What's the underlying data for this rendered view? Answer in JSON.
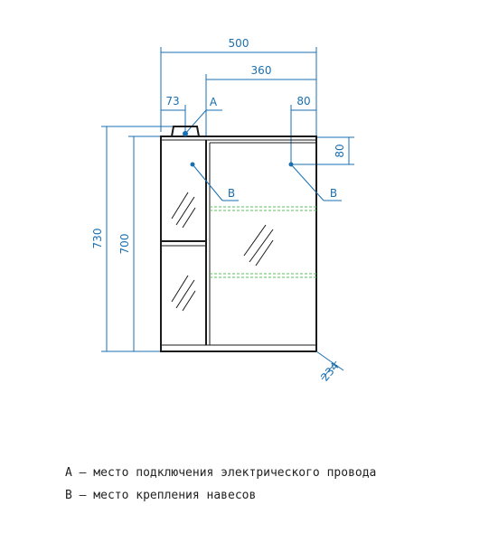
{
  "dimensions": {
    "overall_width": "500",
    "door_width": "360",
    "left_offset": "73",
    "right_offset": "80",
    "top_offset": "80",
    "overall_height": "730",
    "body_height": "700",
    "depth": "234"
  },
  "markers": {
    "a": "A",
    "b_left": "B",
    "b_right": "B"
  },
  "legend": {
    "a": "А – место подключения электрического провода",
    "b": "В – место крепления навесов"
  },
  "colors": {
    "dimension": "#1a6fb0",
    "body": "#1a1a1a",
    "shelf": "#5cc25c"
  }
}
